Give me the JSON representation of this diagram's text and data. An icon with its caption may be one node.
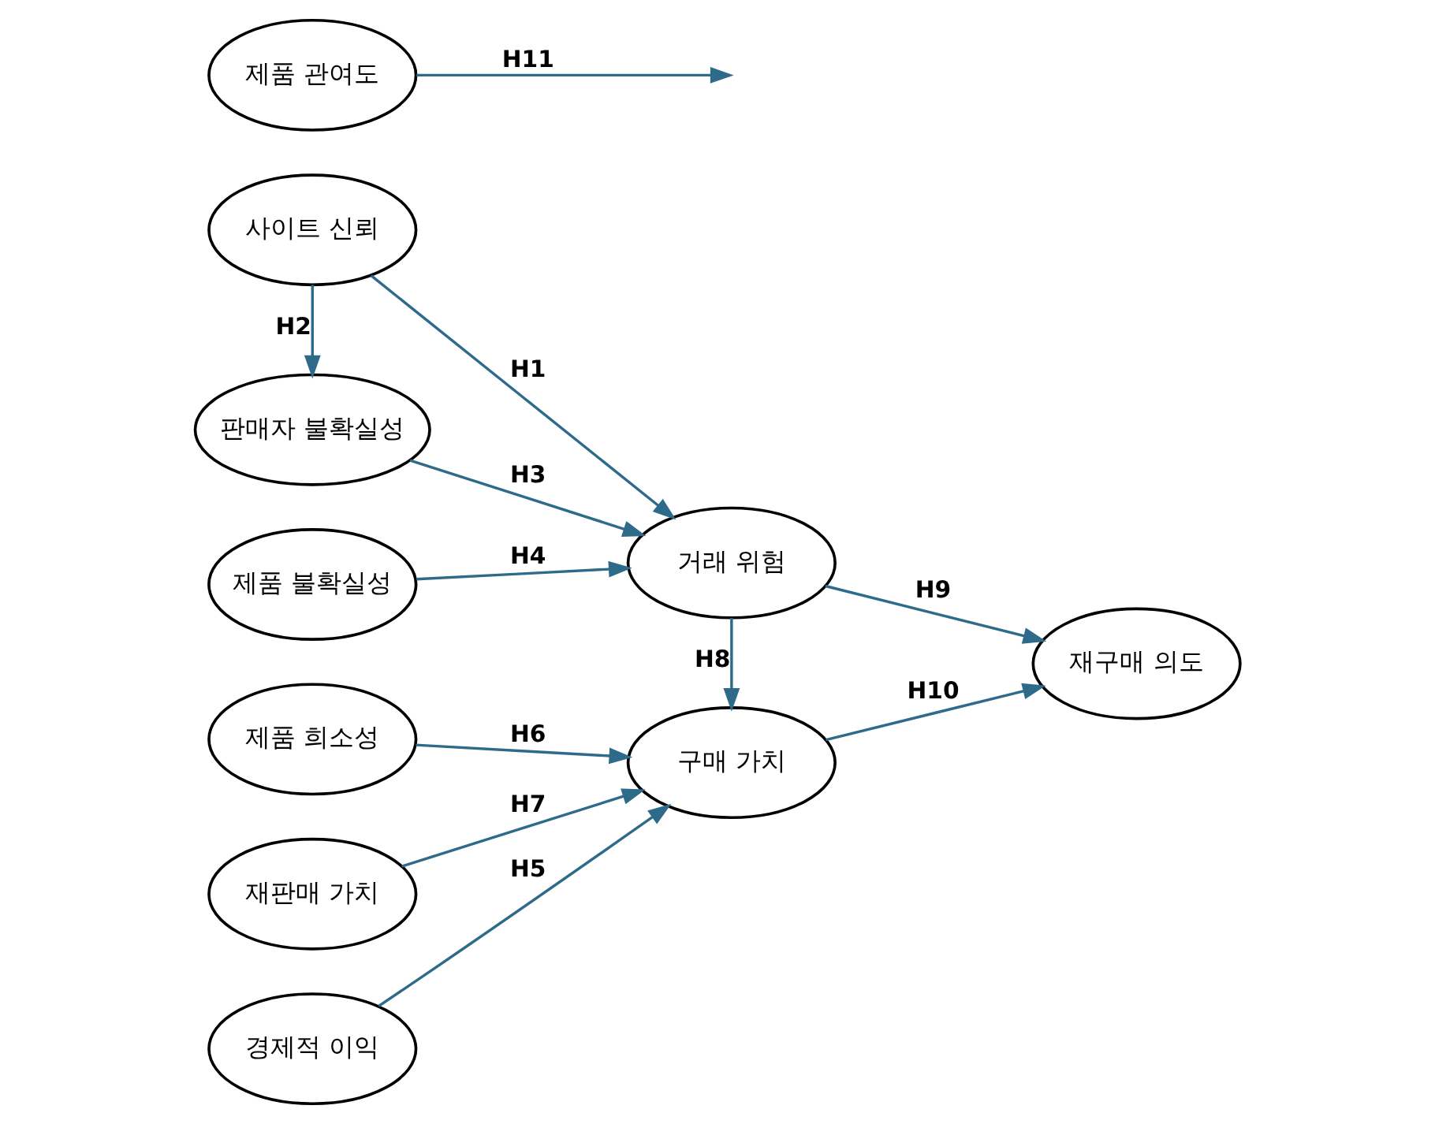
{
  "diagram": {
    "nodes": [
      {
        "text": [
          "사이트 신뢰"
        ]
      },
      {
        "text": [
          "판매자 불확실성"
        ]
      },
      {
        "text": [
          "제품 불확실성"
        ]
      },
      {
        "text": [
          "거래 위험"
        ]
      },
      {
        "text": [
          "제품 관여도"
        ]
      },
      {
        "text": [
          "경제적 이익"
        ]
      },
      {
        "text": [
          "제품 희소성"
        ]
      },
      {
        "text": [
          "재판매 가치"
        ]
      },
      {
        "text": [
          "구매 가치"
        ]
      },
      {
        "text": [
          "재구매 의도"
        ]
      }
    ],
    "edges": [
      {
        "from": 0,
        "to": 3,
        "arrow": "to",
        "label": "H1"
      },
      {
        "from": 0,
        "to": 1,
        "arrow": "to",
        "label": "H2"
      },
      {
        "from": 1,
        "to": 3,
        "arrow": "to",
        "label": "H3"
      },
      {
        "from": 2,
        "to": 3,
        "arrow": "to",
        "label": "H4"
      },
      {
        "from": 5,
        "to": 8,
        "arrow": "to",
        "label": "H5"
      },
      {
        "from": 6,
        "to": 8,
        "arrow": "to",
        "label": "H6"
      },
      {
        "from": 7,
        "to": 8,
        "arrow": "to",
        "label": "H7"
      },
      {
        "from": 3,
        "to": 8,
        "arrow": "to",
        "label": "H8"
      },
      {
        "from": 3,
        "to": 9,
        "arrow": "to",
        "label": "H9"
      },
      {
        "from": 8,
        "to": 9,
        "arrow": "to",
        "label": "H10"
      },
      {
        "from": 4,
        "to": null,
        "arrow": "to",
        "label": "H11"
      }
    ]
  }
}
